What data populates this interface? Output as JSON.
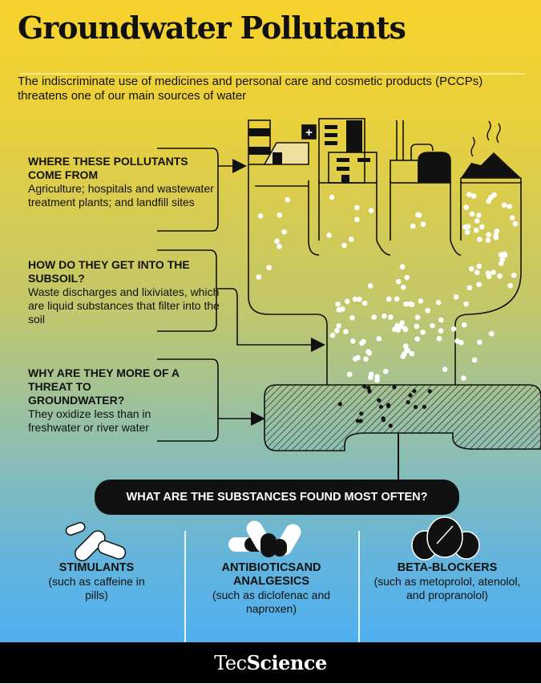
{
  "title": "Groundwater Pollutants",
  "subtitle": "The indiscriminate use of medicines and personal care and cosmetic products (PCCPs) threatens one of our main sources of water",
  "sections": [
    {
      "heading": "WHERE THESE POLLUTANTS COME FROM",
      "body": "Agriculture; hospitals and wastewater treatment plants; and landfill sites"
    },
    {
      "heading": "HOW DO THEY GET INTO THE SUBSOIL?",
      "body": "Waste discharges and lixiviates, which are liquid substances that filter into the soil"
    },
    {
      "heading": "WHY ARE THEY MORE OF A THREAT TO GROUNDWATER?",
      "body": "They oxidize less than in freshwater or river water"
    }
  ],
  "sources": [
    "farm-icon",
    "hospital-icon",
    "treatment-plant-icon",
    "landfill-icon"
  ],
  "banner": "WHAT ARE THE SUBSTANCES FOUND MOST OFTEN?",
  "substances": [
    {
      "name": "STIMULANTS",
      "detail": "(such as caffeine in pills)",
      "icon": "white-pills-icon"
    },
    {
      "name": "ANTIBIOTICSAND ANALGESICS",
      "detail": "(such as diclofenac and naproxen)",
      "icon": "capsules-icon"
    },
    {
      "name": "BETA-BLOCKERS",
      "detail": "(such as metoprolol, atenolol, and propranolol)",
      "icon": "black-tablets-icon"
    }
  ],
  "footer": {
    "brand_light": "Tec",
    "brand_bold": "Science"
  },
  "colors": {
    "top": "#f7d22c",
    "bottom": "#4fb0f0",
    "ink": "#111111"
  }
}
